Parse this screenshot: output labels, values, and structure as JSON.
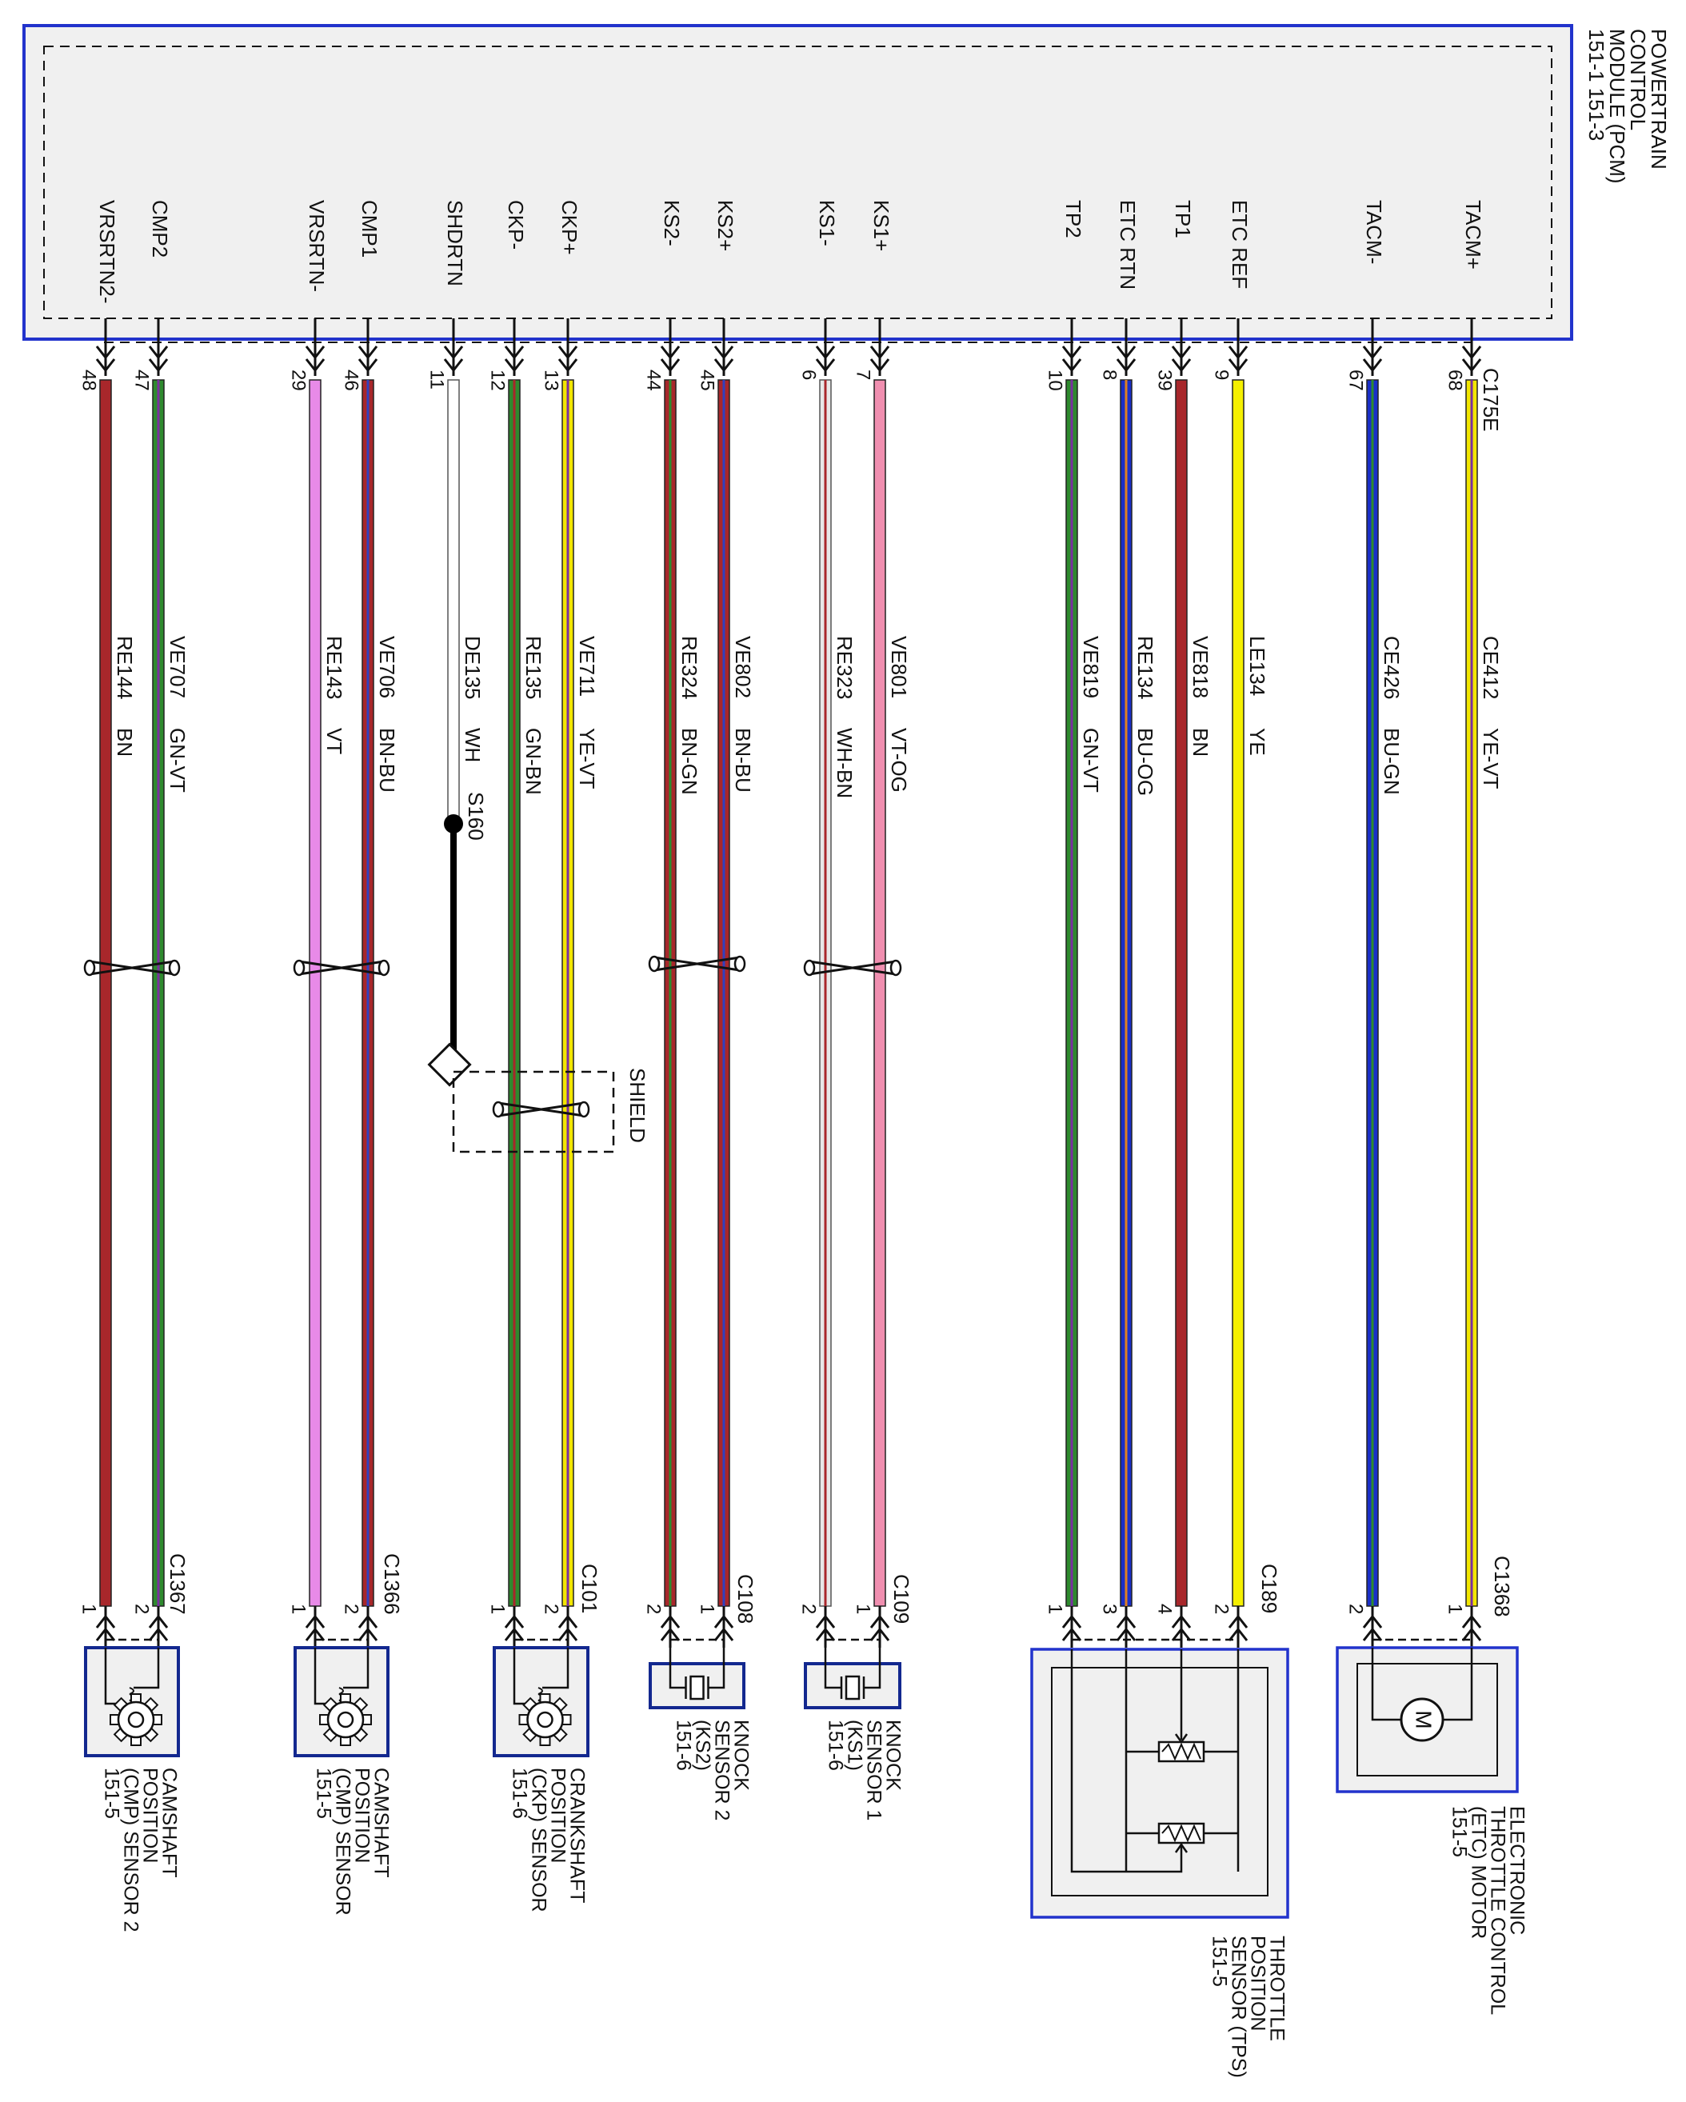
{
  "pcm": {
    "title_lines": [
      "POWERTRAIN",
      "CONTROL",
      "MODULE (PCM)",
      "151-1  151-3"
    ],
    "connector": "C175E"
  },
  "wires": [
    {
      "pin": "68",
      "signal": "TACM+",
      "circuit": "CE412",
      "color_code": "YE-VT",
      "color": "#f2e600",
      "stripe": "#7a2fa0",
      "group": "etc"
    },
    {
      "pin": "67",
      "signal": "TACM-",
      "circuit": "CE426",
      "color_code": "BU-GN",
      "color": "#1a2fc8",
      "stripe": "#2e8a2e",
      "group": "etc"
    },
    {
      "pin": "9",
      "signal": "ETC REF",
      "circuit": "LE134",
      "color_code": "YE",
      "color": "#f5f000",
      "stripe": "",
      "group": "tps"
    },
    {
      "pin": "39",
      "signal": "TP1",
      "circuit": "VE818",
      "color_code": "BN",
      "color": "#a8272b",
      "stripe": "",
      "group": "tps"
    },
    {
      "pin": "8",
      "signal": "ETC RTN",
      "circuit": "RE134",
      "color_code": "BU-OG",
      "color": "#1a2fc8",
      "stripe": "#e08020",
      "group": "tps"
    },
    {
      "pin": "10",
      "signal": "TP2",
      "circuit": "VE819",
      "color_code": "GN-VT",
      "color": "#2e8a2e",
      "stripe": "#7a2fa0",
      "group": "tps"
    },
    {
      "pin": "7",
      "signal": "KS1+",
      "circuit": "VE801",
      "color_code": "VT-OG",
      "color": "#f08fb0",
      "stripe": "",
      "group": "ks1"
    },
    {
      "pin": "6",
      "signal": "KS1-",
      "circuit": "RE323",
      "color_code": "WH-BN",
      "color": "#e8e8e8",
      "stripe": "#a8272b",
      "group": "ks1"
    },
    {
      "pin": "45",
      "signal": "KS2+",
      "circuit": "VE802",
      "color_code": "BN-BU",
      "color": "#a8272b",
      "stripe": "#3040c0",
      "group": "ks2"
    },
    {
      "pin": "44",
      "signal": "KS2-",
      "circuit": "RE324",
      "color_code": "BN-GN",
      "color": "#a8272b",
      "stripe": "#2e8a2e",
      "group": "ks2"
    },
    {
      "pin": "13",
      "signal": "CKP+",
      "circuit": "VE711",
      "color_code": "YE-VT",
      "color": "#f2e600",
      "stripe": "#7a2fa0",
      "group": "ckp"
    },
    {
      "pin": "12",
      "signal": "CKP-",
      "circuit": "RE135",
      "color_code": "GN-BN",
      "color": "#2e8a2e",
      "stripe": "#a8272b",
      "group": "ckp"
    },
    {
      "pin": "11",
      "signal": "SHDRTN",
      "circuit": "DE135",
      "color_code": "WH",
      "color": "#ffffff",
      "stripe": "",
      "group": "shield"
    },
    {
      "pin": "46",
      "signal": "CMP1",
      "circuit": "VE706",
      "color_code": "BN-BU",
      "color": "#a8272b",
      "stripe": "#3040c0",
      "group": "cmp1"
    },
    {
      "pin": "29",
      "signal": "VRSRTN-",
      "circuit": "RE143",
      "color_code": "VT",
      "color": "#e88ae8",
      "stripe": "",
      "group": "cmp1"
    },
    {
      "pin": "47",
      "signal": "CMP2",
      "circuit": "VE707",
      "color_code": "GN-VT",
      "color": "#2e8a2e",
      "stripe": "#7a2fa0",
      "group": "cmp2"
    },
    {
      "pin": "48",
      "signal": "VRSRTN2-",
      "circuit": "RE144",
      "color_code": "BN",
      "color": "#a8272b",
      "stripe": "",
      "group": "cmp2"
    }
  ],
  "splice": {
    "label": "S160"
  },
  "shield_label": "SHIELD",
  "components": [
    {
      "id": "etc",
      "connector": "C1368",
      "pins": [
        "1",
        "2"
      ],
      "name_lines": [
        "ELECTRONIC",
        "THROTTLE CONTROL",
        "(ETC) MOTOR",
        "151-5"
      ]
    },
    {
      "id": "tps",
      "connector": "C189",
      "pins": [
        "2",
        "4",
        "3",
        "1"
      ],
      "name_lines": [
        "THROTTLE",
        "POSITION",
        "SENSOR (TPS)",
        "151-5"
      ]
    },
    {
      "id": "ks1",
      "connector": "C109",
      "pins": [
        "1",
        "2"
      ],
      "name_lines": [
        "KNOCK",
        "SENSOR 1",
        "(KS1)",
        "151-6"
      ]
    },
    {
      "id": "ks2",
      "connector": "C108",
      "pins": [
        "1",
        "2"
      ],
      "name_lines": [
        "KNOCK",
        "SENSOR 2",
        "(KS2)",
        "151-6"
      ]
    },
    {
      "id": "ckp",
      "connector": "C101",
      "pins": [
        "2",
        "1"
      ],
      "name_lines": [
        "CRANKSHAFT",
        "POSITION",
        "(CKP) SENSOR",
        "151-6"
      ]
    },
    {
      "id": "cmp1",
      "connector": "C1366",
      "pins": [
        "2",
        "1"
      ],
      "name_lines": [
        "CAMSHAFT",
        "POSITION",
        "(CMP) SENSOR",
        "151-5"
      ]
    },
    {
      "id": "cmp2",
      "connector": "C1367",
      "pins": [
        "2",
        "1"
      ],
      "name_lines": [
        "CAMSHAFT",
        "POSITION",
        "(CMP) SENSOR 2",
        "151-5"
      ]
    }
  ],
  "motor_symbol": "M",
  "twist_groups": [
    "cmp2",
    "cmp1",
    "ks2",
    "ks1",
    "shield"
  ]
}
